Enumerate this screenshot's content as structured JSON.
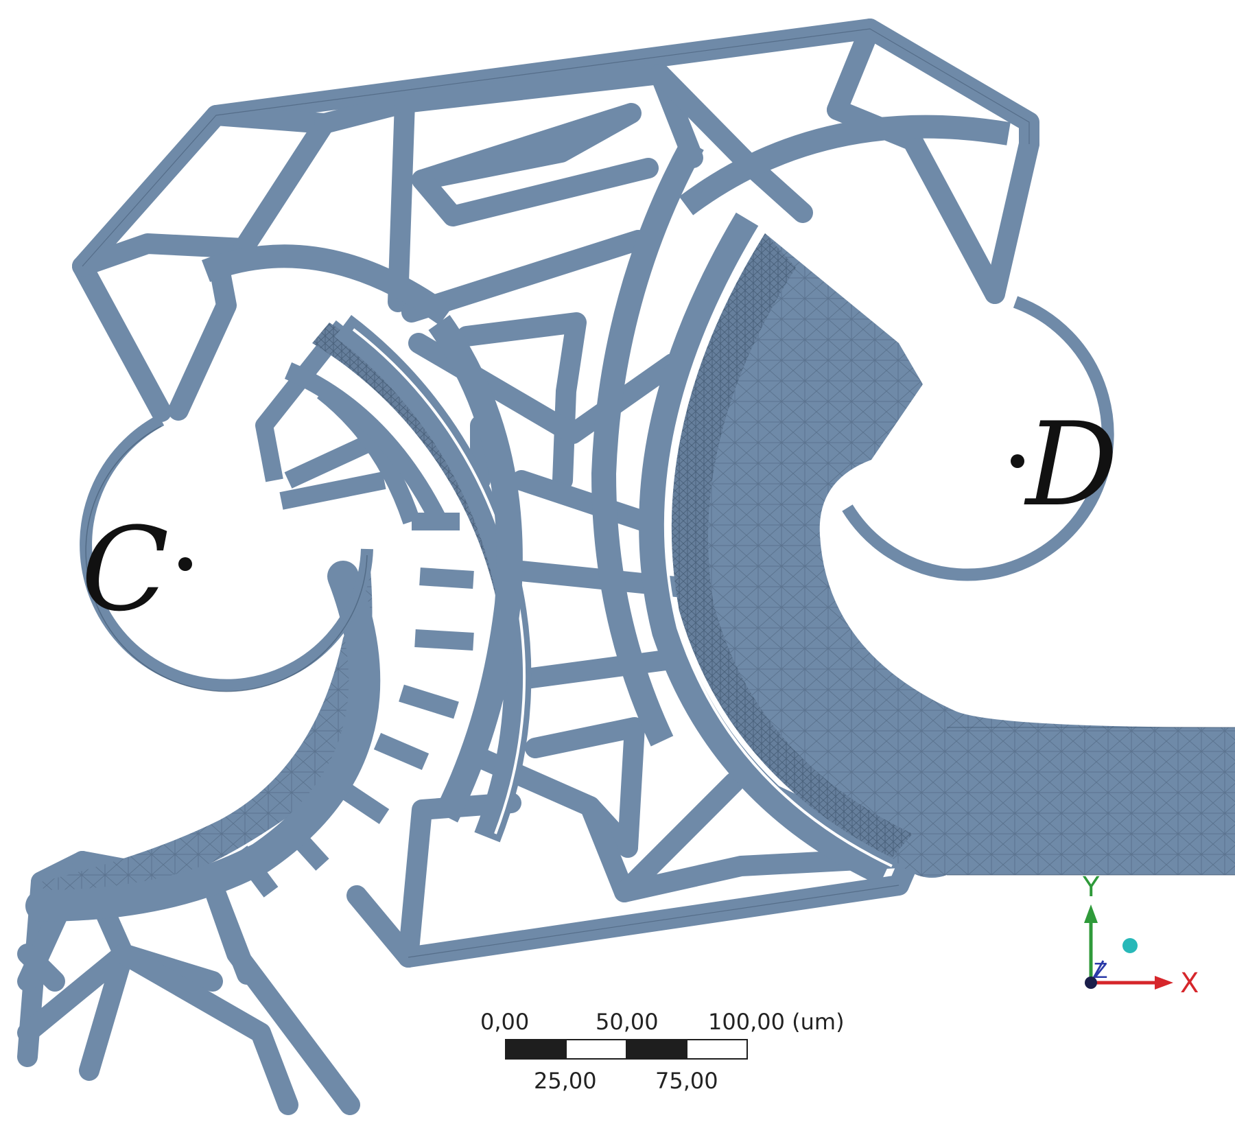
{
  "points": {
    "c_label": "C",
    "d_label": "D"
  },
  "scale_bar": {
    "top_labels": [
      "0,00",
      "50,00",
      "100,00 (um)"
    ],
    "bottom_labels": [
      "25,00",
      "75,00"
    ]
  },
  "triad": {
    "x_label": "X",
    "y_label": "Y",
    "z_label": "Z",
    "x_color": "#d6262b",
    "y_color": "#2f9a3a",
    "z_color": "#2b3aa8"
  },
  "colors": {
    "mesh_fill": "#6f8aa8",
    "mesh_stroke": "#3f5670",
    "background": "#ffffff"
  }
}
